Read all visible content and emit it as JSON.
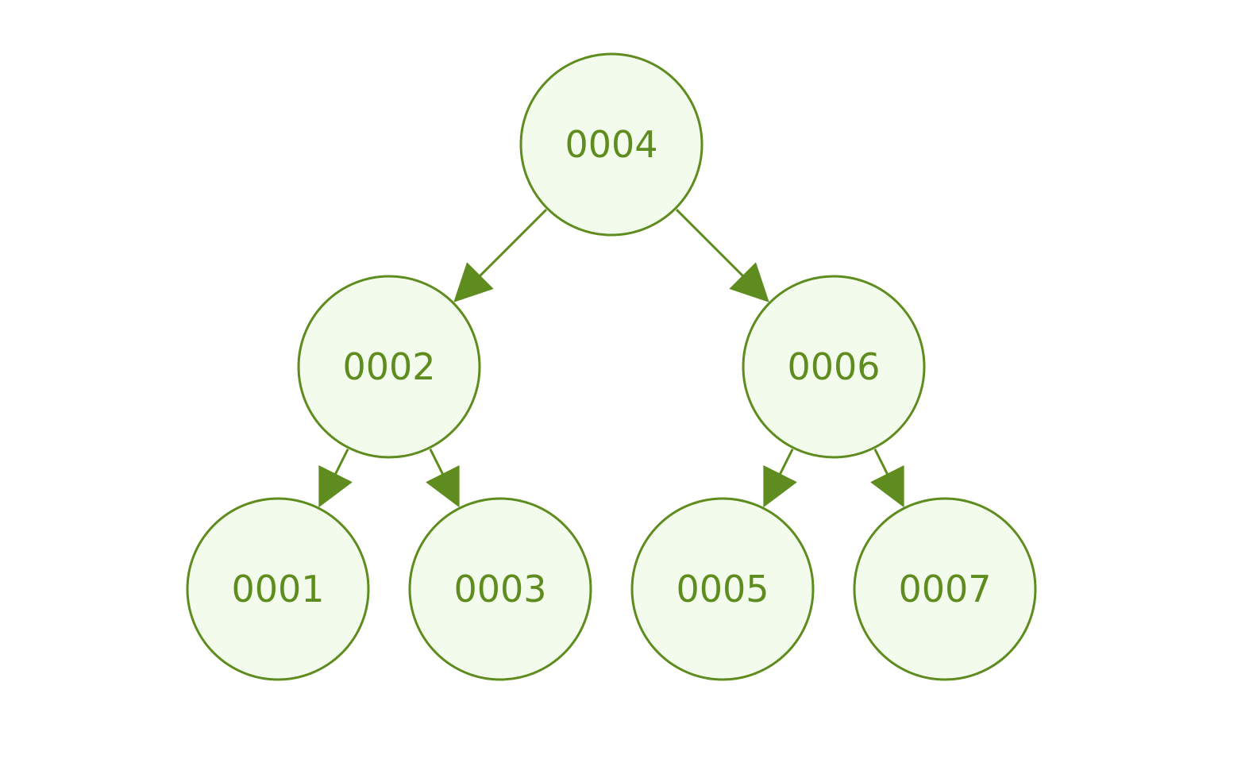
{
  "diagram": {
    "type": "binary-tree",
    "colors": {
      "node_fill": "#f3fcec",
      "node_stroke": "#5e8c1e",
      "edge": "#5e8c1e",
      "label": "#5e8c1e",
      "background": "#ffffff"
    },
    "nodes": [
      {
        "id": "n4",
        "label": "0004"
      },
      {
        "id": "n2",
        "label": "0002"
      },
      {
        "id": "n6",
        "label": "0006"
      },
      {
        "id": "n1",
        "label": "0001"
      },
      {
        "id": "n3",
        "label": "0003"
      },
      {
        "id": "n5",
        "label": "0005"
      },
      {
        "id": "n7",
        "label": "0007"
      }
    ],
    "edges": [
      {
        "from": "n4",
        "to": "n2"
      },
      {
        "from": "n4",
        "to": "n6"
      },
      {
        "from": "n2",
        "to": "n1"
      },
      {
        "from": "n2",
        "to": "n3"
      },
      {
        "from": "n6",
        "to": "n5"
      },
      {
        "from": "n6",
        "to": "n7"
      }
    ]
  }
}
